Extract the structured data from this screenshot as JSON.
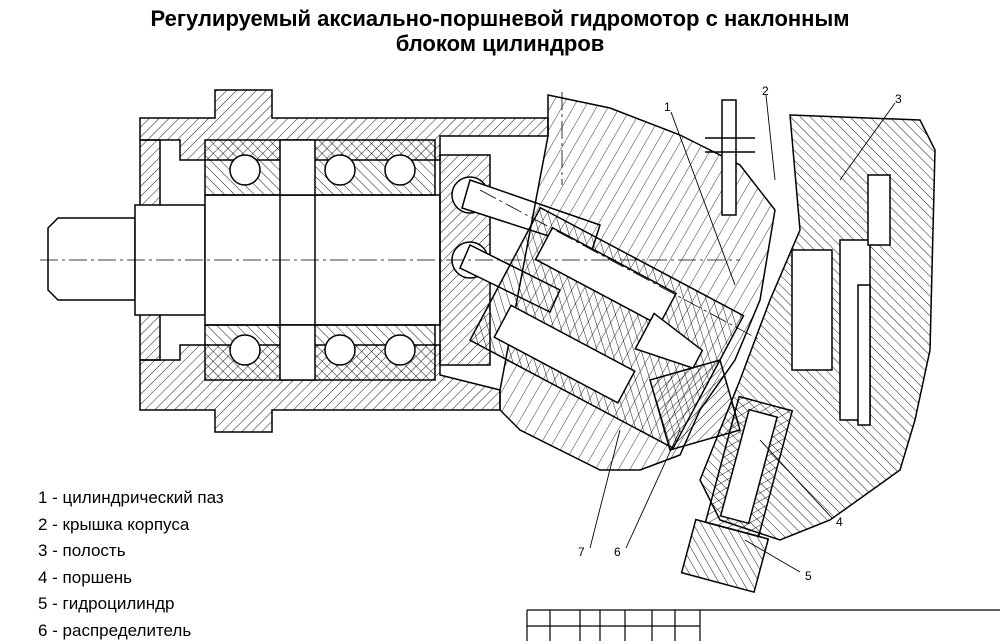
{
  "title": {
    "line1": "Регулируемый аксиально-поршневой гидромотор с наклонным",
    "line2": "блоком цилиндров"
  },
  "legend": [
    "1 - цилиндрический паз",
    "2 - крышка корпуса",
    "3 - полость",
    "4 - поршень",
    "5 - гидроцилиндр",
    "6 - распределитель"
  ],
  "callouts": {
    "n1": "1",
    "n2": "2",
    "n3": "3",
    "n4": "4",
    "n5": "5",
    "n6": "6",
    "n7": "7"
  }
}
